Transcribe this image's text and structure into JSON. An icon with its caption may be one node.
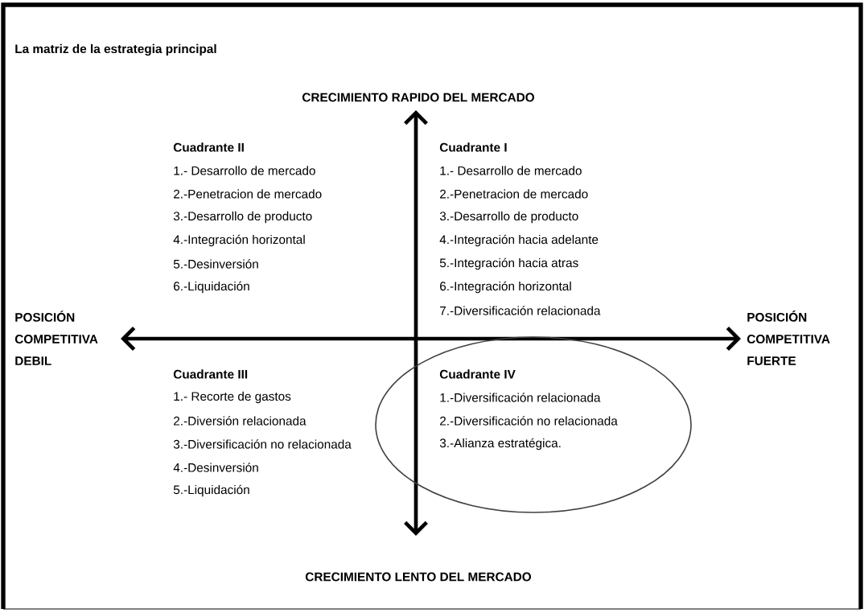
{
  "diagram": {
    "title": "La matriz de la estrategia principal",
    "nodes": [
      {
        "text": [
          "Cuadrante IV",
          "1.-Diversificación relacionada",
          "2.-Diversificación no relacionada",
          "3.-Alianza estratégica."
        ]
      }
    ],
    "labels": [
      "CRECIMIENTO RAPIDO DEL MERCADO",
      "Cuadrante II",
      "1.- Desarrollo de mercado",
      "2.-Penetracion de mercado",
      "3.-Desarrollo de producto",
      "4.-Integración horizontal",
      "5.-Desinversión",
      "6.-Liquidación",
      "Cuadrante I",
      "1.- Desarrollo de mercado",
      "2.-Penetracion de mercado",
      "3.-Desarrollo de producto",
      "4.-Integración hacia adelante",
      "5.-Integración hacia atras",
      "6.-Integración horizontal",
      "7.-Diversificación relacionada",
      "POSICIÓN COMPETITIVA DEBIL",
      "POSICIÓN COMPETITIVA FUERTE",
      "Cuadrante III",
      "1.- Recorte de gastos",
      "2.-Diversión relacionada",
      "3.-Diversificación no relacionada",
      "4.-Desinversión",
      "5.-Liquidación",
      "CRECIMIENTO LENTO DEL MERCADO"
    ]
  }
}
